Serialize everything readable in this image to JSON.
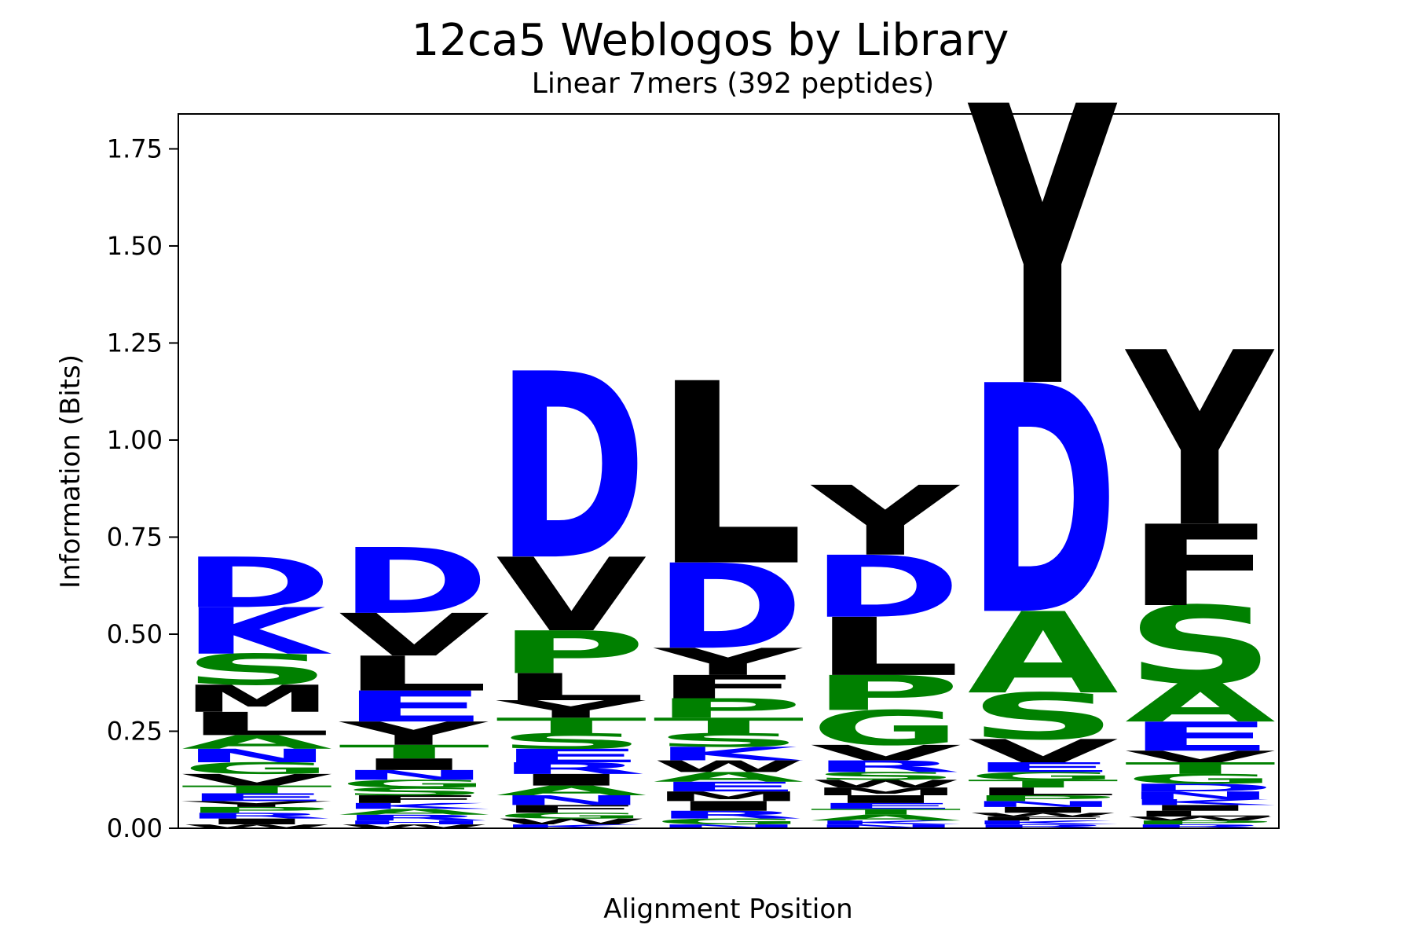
{
  "chart_data": {
    "type": "sequence-logo",
    "title": "12ca5 Weblogos by Library",
    "subtitle": "Linear 7mers (392 peptides)",
    "xlabel": "Alignment Position",
    "ylabel": "Information (Bits)",
    "ylim": [
      0,
      1.84
    ],
    "yticks": [
      "0.00",
      "0.25",
      "0.50",
      "0.75",
      "1.00",
      "1.25",
      "1.50",
      "1.75"
    ],
    "color_scheme": {
      "blue": "#0000ff",
      "green": "#008000",
      "black": "#000000"
    },
    "positions": [
      {
        "position": 1,
        "letters": [
          {
            "letter": "D",
            "bits": 0.13,
            "color": "#0000ff"
          },
          {
            "letter": "K",
            "bits": 0.12,
            "color": "#0000ff"
          },
          {
            "letter": "S",
            "bits": 0.08,
            "color": "#008000"
          },
          {
            "letter": "L",
            "bits": 0.06,
            "color": "#000000"
          },
          {
            "letter": "M",
            "bits": 0.07,
            "color": "#000000"
          },
          {
            "letter": "V",
            "bits": 0.03,
            "color": "#000000"
          },
          {
            "letter": "N",
            "bits": 0.035,
            "color": "#0000ff"
          },
          {
            "letter": "A",
            "bits": 0.035,
            "color": "#008000"
          },
          {
            "letter": "G",
            "bits": 0.03,
            "color": "#008000"
          },
          {
            "letter": "E",
            "bits": 0.02,
            "color": "#0000ff"
          },
          {
            "letter": "T",
            "bits": 0.02,
            "color": "#008000"
          },
          {
            "letter": "I",
            "bits": 0.015,
            "color": "#000000"
          },
          {
            "letter": "R",
            "bits": 0.015,
            "color": "#0000ff"
          },
          {
            "letter": "P",
            "bits": 0.015,
            "color": "#008000"
          },
          {
            "letter": "Y",
            "bits": 0.015,
            "color": "#000000"
          },
          {
            "letter": "W",
            "bits": 0.01,
            "color": "#000000"
          }
        ]
      },
      {
        "position": 2,
        "letters": [
          {
            "letter": "D",
            "bits": 0.17,
            "color": "#0000ff"
          },
          {
            "letter": "L",
            "bits": 0.09,
            "color": "#000000"
          },
          {
            "letter": "V",
            "bits": 0.11,
            "color": "#000000"
          },
          {
            "letter": "E",
            "bits": 0.08,
            "color": "#0000ff"
          },
          {
            "letter": "Y",
            "bits": 0.06,
            "color": "#000000"
          },
          {
            "letter": "I",
            "bits": 0.03,
            "color": "#000000"
          },
          {
            "letter": "T",
            "bits": 0.035,
            "color": "#008000"
          },
          {
            "letter": "N",
            "bits": 0.025,
            "color": "#0000ff"
          },
          {
            "letter": "F",
            "bits": 0.02,
            "color": "#000000"
          },
          {
            "letter": "S",
            "bits": 0.02,
            "color": "#008000"
          },
          {
            "letter": "G",
            "bits": 0.02,
            "color": "#008000"
          },
          {
            "letter": "R",
            "bits": 0.015,
            "color": "#0000ff"
          },
          {
            "letter": "A",
            "bits": 0.015,
            "color": "#008000"
          },
          {
            "letter": "K",
            "bits": 0.015,
            "color": "#0000ff"
          },
          {
            "letter": "W",
            "bits": 0.01,
            "color": "#000000"
          },
          {
            "letter": "H",
            "bits": 0.01,
            "color": "#0000ff"
          }
        ]
      },
      {
        "position": 3,
        "letters": [
          {
            "letter": "D",
            "bits": 0.48,
            "color": "#0000ff"
          },
          {
            "letter": "V",
            "bits": 0.19,
            "color": "#000000"
          },
          {
            "letter": "P",
            "bits": 0.11,
            "color": "#008000"
          },
          {
            "letter": "L",
            "bits": 0.07,
            "color": "#000000"
          },
          {
            "letter": "S",
            "bits": 0.04,
            "color": "#008000"
          },
          {
            "letter": "Y",
            "bits": 0.045,
            "color": "#000000"
          },
          {
            "letter": "T",
            "bits": 0.04,
            "color": "#008000"
          },
          {
            "letter": "I",
            "bits": 0.03,
            "color": "#000000"
          },
          {
            "letter": "R",
            "bits": 0.03,
            "color": "#0000ff"
          },
          {
            "letter": "E",
            "bits": 0.035,
            "color": "#0000ff"
          },
          {
            "letter": "N",
            "bits": 0.025,
            "color": "#0000ff"
          },
          {
            "letter": "F",
            "bits": 0.02,
            "color": "#000000"
          },
          {
            "letter": "A",
            "bits": 0.025,
            "color": "#008000"
          },
          {
            "letter": "W",
            "bits": 0.015,
            "color": "#000000"
          },
          {
            "letter": "G",
            "bits": 0.015,
            "color": "#008000"
          },
          {
            "letter": "K",
            "bits": 0.01,
            "color": "#0000ff"
          }
        ]
      },
      {
        "position": 4,
        "letters": [
          {
            "letter": "L",
            "bits": 0.47,
            "color": "#000000"
          },
          {
            "letter": "D",
            "bits": 0.22,
            "color": "#0000ff"
          },
          {
            "letter": "Y",
            "bits": 0.07,
            "color": "#000000"
          },
          {
            "letter": "F",
            "bits": 0.06,
            "color": "#000000"
          },
          {
            "letter": "P",
            "bits": 0.05,
            "color": "#008000"
          },
          {
            "letter": "T",
            "bits": 0.04,
            "color": "#008000"
          },
          {
            "letter": "K",
            "bits": 0.035,
            "color": "#0000ff"
          },
          {
            "letter": "S",
            "bits": 0.035,
            "color": "#008000"
          },
          {
            "letter": "I",
            "bits": 0.025,
            "color": "#000000"
          },
          {
            "letter": "M",
            "bits": 0.025,
            "color": "#000000"
          },
          {
            "letter": "W",
            "bits": 0.03,
            "color": "#000000"
          },
          {
            "letter": "E",
            "bits": 0.025,
            "color": "#0000ff"
          },
          {
            "letter": "R",
            "bits": 0.02,
            "color": "#0000ff"
          },
          {
            "letter": "A",
            "bits": 0.025,
            "color": "#008000"
          },
          {
            "letter": "G",
            "bits": 0.015,
            "color": "#008000"
          },
          {
            "letter": "N",
            "bits": 0.01,
            "color": "#0000ff"
          }
        ]
      },
      {
        "position": 5,
        "letters": [
          {
            "letter": "Y",
            "bits": 0.18,
            "color": "#000000"
          },
          {
            "letter": "D",
            "bits": 0.16,
            "color": "#0000ff"
          },
          {
            "letter": "L",
            "bits": 0.15,
            "color": "#000000"
          },
          {
            "letter": "G",
            "bits": 0.09,
            "color": "#008000"
          },
          {
            "letter": "P",
            "bits": 0.09,
            "color": "#008000"
          },
          {
            "letter": "V",
            "bits": 0.04,
            "color": "#000000"
          },
          {
            "letter": "R",
            "bits": 0.03,
            "color": "#0000ff"
          },
          {
            "letter": "I",
            "bits": 0.02,
            "color": "#000000"
          },
          {
            "letter": "M",
            "bits": 0.02,
            "color": "#000000"
          },
          {
            "letter": "W",
            "bits": 0.02,
            "color": "#000000"
          },
          {
            "letter": "S",
            "bits": 0.02,
            "color": "#008000"
          },
          {
            "letter": "A",
            "bits": 0.015,
            "color": "#008000"
          },
          {
            "letter": "T",
            "bits": 0.015,
            "color": "#008000"
          },
          {
            "letter": "E",
            "bits": 0.015,
            "color": "#0000ff"
          },
          {
            "letter": "N",
            "bits": 0.01,
            "color": "#0000ff"
          },
          {
            "letter": "K",
            "bits": 0.01,
            "color": "#0000ff"
          }
        ]
      },
      {
        "position": 6,
        "letters": [
          {
            "letter": "Y",
            "bits": 0.72,
            "color": "#000000"
          },
          {
            "letter": "D",
            "bits": 0.59,
            "color": "#0000ff"
          },
          {
            "letter": "A",
            "bits": 0.21,
            "color": "#008000"
          },
          {
            "letter": "S",
            "bits": 0.12,
            "color": "#008000"
          },
          {
            "letter": "V",
            "bits": 0.06,
            "color": "#000000"
          },
          {
            "letter": "E",
            "bits": 0.025,
            "color": "#0000ff"
          },
          {
            "letter": "L",
            "bits": 0.02,
            "color": "#000000"
          },
          {
            "letter": "T",
            "bits": 0.02,
            "color": "#008000"
          },
          {
            "letter": "G",
            "bits": 0.02,
            "color": "#008000"
          },
          {
            "letter": "I",
            "bits": 0.015,
            "color": "#000000"
          },
          {
            "letter": "N",
            "bits": 0.015,
            "color": "#0000ff"
          },
          {
            "letter": "P",
            "bits": 0.015,
            "color": "#008000"
          },
          {
            "letter": "R",
            "bits": 0.01,
            "color": "#0000ff"
          },
          {
            "letter": "K",
            "bits": 0.01,
            "color": "#0000ff"
          },
          {
            "letter": "F",
            "bits": 0.01,
            "color": "#000000"
          },
          {
            "letter": "W",
            "bits": 0.01,
            "color": "#000000"
          }
        ]
      },
      {
        "position": 7,
        "letters": [
          {
            "letter": "Y",
            "bits": 0.45,
            "color": "#000000"
          },
          {
            "letter": "F",
            "bits": 0.21,
            "color": "#000000"
          },
          {
            "letter": "S",
            "bits": 0.2,
            "color": "#008000"
          },
          {
            "letter": "A",
            "bits": 0.1,
            "color": "#008000"
          },
          {
            "letter": "E",
            "bits": 0.075,
            "color": "#0000ff"
          },
          {
            "letter": "T",
            "bits": 0.03,
            "color": "#008000"
          },
          {
            "letter": "G",
            "bits": 0.025,
            "color": "#008000"
          },
          {
            "letter": "V",
            "bits": 0.03,
            "color": "#000000"
          },
          {
            "letter": "N",
            "bits": 0.02,
            "color": "#0000ff"
          },
          {
            "letter": "D",
            "bits": 0.02,
            "color": "#0000ff"
          },
          {
            "letter": "L",
            "bits": 0.015,
            "color": "#000000"
          },
          {
            "letter": "I",
            "bits": 0.015,
            "color": "#000000"
          },
          {
            "letter": "K",
            "bits": 0.015,
            "color": "#0000ff"
          },
          {
            "letter": "R",
            "bits": 0.01,
            "color": "#0000ff"
          },
          {
            "letter": "P",
            "bits": 0.01,
            "color": "#008000"
          },
          {
            "letter": "W",
            "bits": 0.01,
            "color": "#000000"
          }
        ]
      }
    ]
  }
}
